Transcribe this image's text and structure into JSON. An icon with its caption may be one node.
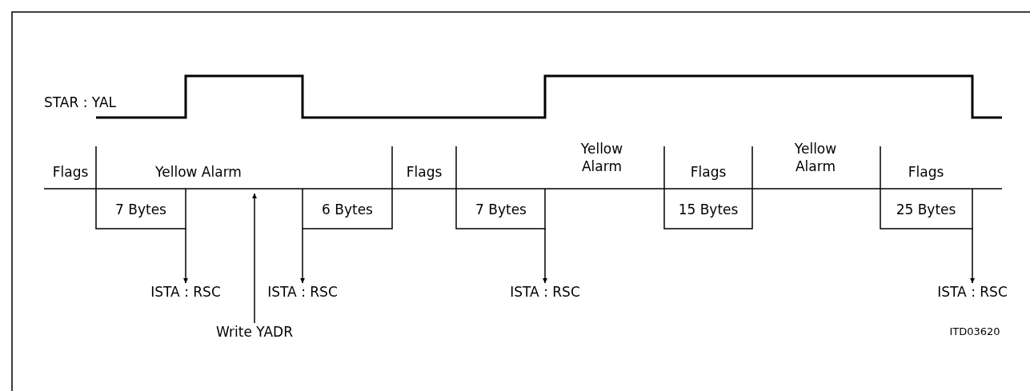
{
  "diagram": {
    "nodes": [
      {
        "text": [
          "ISTA : RSC"
        ]
      },
      {
        "text": [
          "ISTA : RSC"
        ]
      },
      {
        "text": [
          "ISTA : RSC"
        ]
      },
      {
        "text": [
          "ISTA : RSC"
        ]
      },
      {
        "text": [
          "Write YADR"
        ]
      }
    ],
    "edges": [
      {
        "from": null,
        "to": 0,
        "arrow": "to"
      },
      {
        "from": null,
        "to": 1,
        "arrow": "to"
      },
      {
        "from": null,
        "to": 2,
        "arrow": "to"
      },
      {
        "from": null,
        "to": 3,
        "arrow": "to"
      },
      {
        "from": 4,
        "to": null,
        "arrow": "to"
      }
    ],
    "labels": [
      "STAR : YAL",
      "Flags",
      "Yellow Alarm",
      "Flags",
      "Yellow Alarm",
      "Flags",
      "Yellow Alarm",
      "Flags",
      "7 Bytes",
      "6 Bytes",
      "7 Bytes",
      "15 Bytes",
      "25 Bytes",
      "ITD03620"
    ]
  }
}
